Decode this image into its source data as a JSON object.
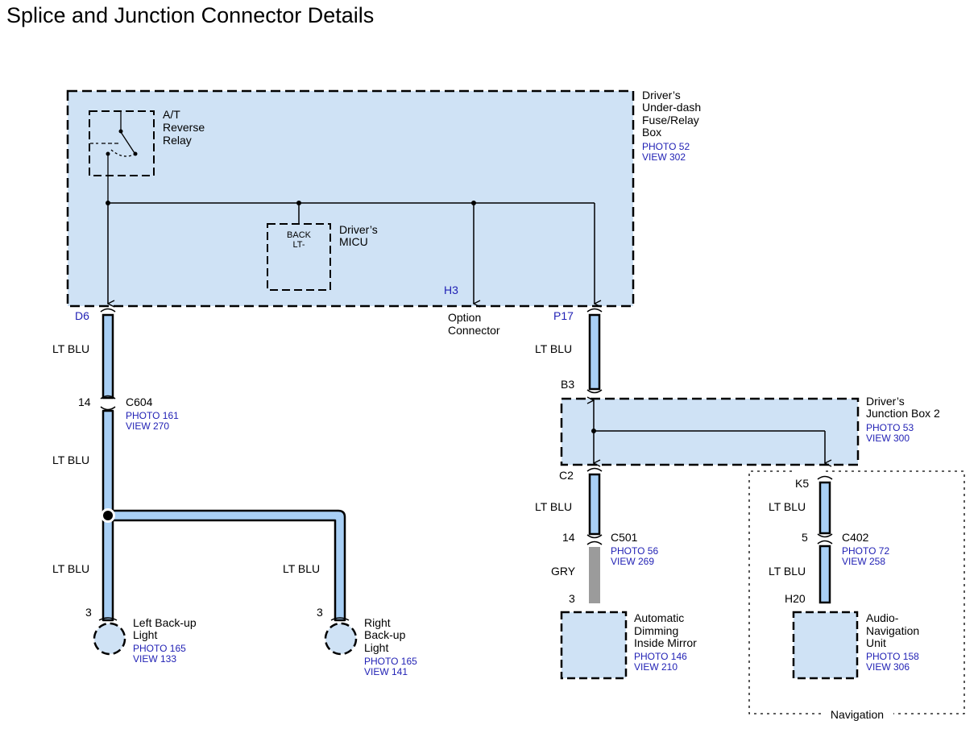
{
  "title": "Splice and Junction Connector Details",
  "underdash_box": {
    "name_lines": [
      "Driver’s",
      "Under-dash",
      "Fuse/Relay",
      "Box"
    ],
    "photo": "PHOTO 52",
    "view": "VIEW 302"
  },
  "relay": {
    "name_lines": [
      "A/T",
      "Reverse",
      "Relay"
    ]
  },
  "micu": {
    "name_lines": [
      "Driver’s",
      "MICU"
    ],
    "pin_lines": [
      "BACK",
      "LT-"
    ]
  },
  "option_connector": {
    "pin": "H3",
    "name_lines": [
      "Option",
      "Connector"
    ]
  },
  "pins": {
    "d6": "D6",
    "p17": "P17",
    "b3": "B3",
    "c2": "C2",
    "k5": "K5",
    "h20": "H20"
  },
  "c604": {
    "name": "C604",
    "pin": "14",
    "photo": "PHOTO 161",
    "view": "VIEW 270"
  },
  "junction_box2": {
    "name_lines": [
      "Driver’s",
      "Junction Box 2"
    ],
    "photo": "PHOTO 53",
    "view": "VIEW 300"
  },
  "c501": {
    "name": "C501",
    "pin": "14",
    "photo": "PHOTO 56",
    "view": "VIEW 269"
  },
  "c402": {
    "name": "C402",
    "pin": "5",
    "photo": "PHOTO 72",
    "view": "VIEW 258"
  },
  "wire_labels": {
    "w1": "LT BLU",
    "w2": "LT BLU",
    "w3": "LT BLU",
    "w4": "LT BLU",
    "w5": "LT BLU",
    "w6": "LT BLU",
    "w7": "GRY",
    "w8": "LT BLU",
    "w9": "LT BLU"
  },
  "left_light": {
    "pin": "3",
    "name_lines": [
      "Left Back-up",
      "Light"
    ],
    "photo": "PHOTO 165",
    "view": "VIEW 133"
  },
  "right_light": {
    "pin": "3",
    "name_lines": [
      "Right",
      "Back-up",
      "Light"
    ],
    "photo": "PHOTO 165",
    "view": "VIEW 141"
  },
  "mirror": {
    "pin": "3",
    "name_lines": [
      "Automatic",
      "Dimming",
      "Inside Mirror"
    ],
    "photo": "PHOTO 146",
    "view": "VIEW 210"
  },
  "audio_nav": {
    "pin": "H20",
    "name_lines": [
      "Audio-",
      "Navigation",
      "Unit"
    ],
    "photo": "PHOTO 158",
    "view": "VIEW 306"
  },
  "navigation_group": {
    "label": "Navigation"
  },
  "colors": {
    "box_fill": "#cfe2f5",
    "wire_blue": "#a8cff5",
    "wire_gray": "#9b9b9b",
    "ref_text": "#1f1fb4"
  }
}
